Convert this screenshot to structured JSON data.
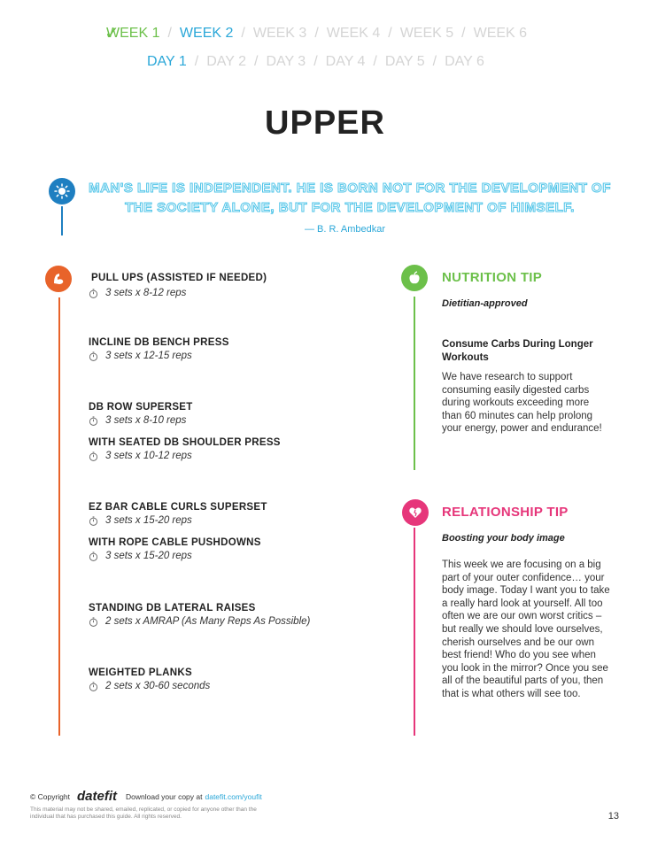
{
  "nav": {
    "weeks": [
      "WEEK 1",
      "WEEK 2",
      "WEEK 3",
      "WEEK 4",
      "WEEK 5",
      "WEEK 6"
    ],
    "days": [
      "DAY 1",
      "DAY 2",
      "DAY 3",
      "DAY 4",
      "DAY 5",
      "DAY 6"
    ],
    "separator": "/"
  },
  "page_title": "UPPER",
  "quote": {
    "text": "MAN'S LIFE IS INDEPENDENT. HE IS BORN NOT FOR THE DEVELOPMENT OF THE SOCIETY ALONE, BUT FOR THE DEVELOPMENT OF HIMSELF.",
    "author": "— B. R. Ambedkar"
  },
  "exercises": [
    {
      "name": "PULL UPS (ASSISTED IF NEEDED)",
      "detail": "3 sets x 8-12 reps"
    },
    {
      "name": "INCLINE DB BENCH PRESS",
      "detail": "3 sets x 12-15 reps"
    },
    {
      "name": "DB ROW SUPERSET",
      "detail": "3 sets x 8-10 reps"
    },
    {
      "name": "WITH SEATED DB SHOULDER PRESS",
      "detail": "3 sets x 10-12 reps"
    },
    {
      "name": "EZ BAR CABLE CURLS SUPERSET",
      "detail": "3 sets x 15-20 reps"
    },
    {
      "name": "WITH ROPE CABLE PUSHDOWNS",
      "detail": "3 sets x 15-20 reps"
    },
    {
      "name": "STANDING DB LATERAL RAISES",
      "detail": "2 sets x AMRAP (As Many Reps As Possible)"
    },
    {
      "name": "WEIGHTED PLANKS",
      "detail": "2 sets x 30-60 seconds"
    }
  ],
  "nutrition": {
    "title": "NUTRITION TIP",
    "subtitle": "Dietitian-approved",
    "heading": "Consume Carbs During Longer Workouts",
    "body": "We have research to support consuming easily digested carbs during workouts exceeding more than 60 minutes can help prolong your energy, power and endurance!"
  },
  "relationship": {
    "title": "RELATIONSHIP TIP",
    "subtitle": "Boosting your body image",
    "body": "This week we are focusing on a big part of your outer confidence… your body image.  Today I want you to take a really hard look at yourself.  All too often we are our own worst critics – but really we should love ourselves, cherish ourselves and be our own best friend!  Who do you see when you look in the mirror?  Once you see all of the beautiful parts of you, then that is what others will see too."
  },
  "footer": {
    "copyright": "© Copyright",
    "brand": "datefit",
    "download": "Download your copy at",
    "link": "datefit.com/youfit",
    "note": "This material may not be shared, emailed, replicated, or copied for anyone other than the individual that has purchased this guide. All rights reserved.",
    "page_number": "13"
  },
  "colors": {
    "active": "#2aa7d8",
    "done": "#6cc04a",
    "inactive": "#d4d4d4",
    "workout": "#e8632a",
    "nutrition": "#6cc04a",
    "relationship": "#e6367a",
    "quote": "#2aa7d8"
  },
  "icons": {
    "quote": "sun-icon",
    "workout": "flexed-arm-icon",
    "nutrition": "apple-icon",
    "relationship": "heart-icon",
    "timer": "stopwatch-icon",
    "done": "checkmark-icon"
  }
}
